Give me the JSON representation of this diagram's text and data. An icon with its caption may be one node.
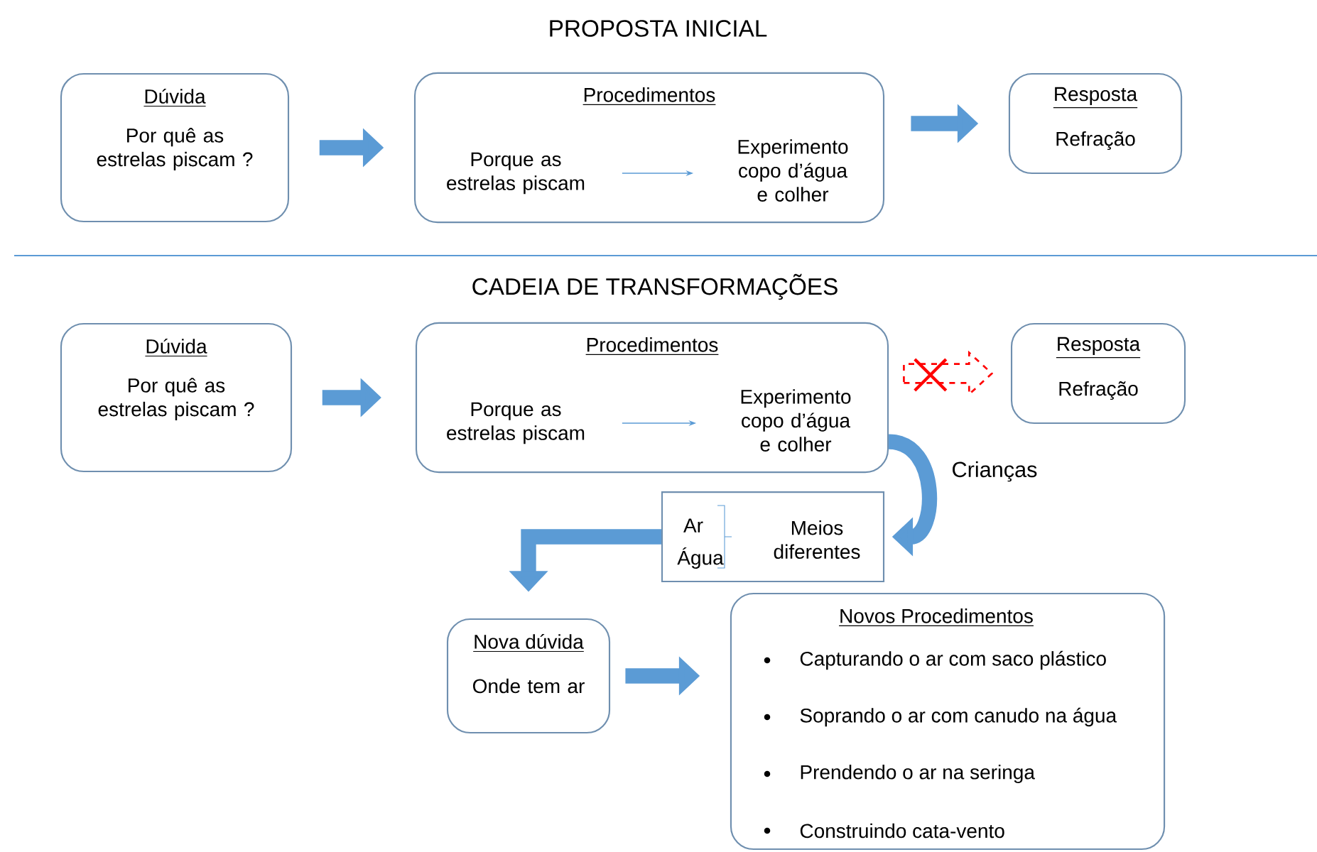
{
  "diagram": {
    "title": "PROPOSTA INICIAL",
    "nodes": [
      {
        "text": [
          "Dúvida",
          "Por quê as estrelas piscam ?"
        ]
      },
      {
        "text": [
          "Procedimentos"
        ]
      },
      {
        "text": [
          "Porque as estrelas piscam"
        ],
        "in": 1
      },
      {
        "text": [
          "Experimento copo d’água e colher"
        ],
        "in": 1
      },
      {
        "text": [
          "Resposta",
          "Refração"
        ]
      },
      {
        "text": [
          "Dúvida",
          "Por quê as estrelas piscam ?"
        ]
      },
      {
        "text": [
          "Procedimentos"
        ]
      },
      {
        "text": [
          "Porque as estrelas piscam"
        ],
        "in": 6
      },
      {
        "text": [
          "Experimento copo d’água e colher"
        ],
        "in": 6
      },
      {
        "text": [
          "Resposta",
          "Refração"
        ]
      },
      {
        "text": [
          "Ar",
          "Água",
          "Meios diferentes"
        ]
      },
      {
        "text": [
          "Nova dúvida",
          "Onde tem ar"
        ]
      },
      {
        "text": [
          "Novos Procedimentos",
          "Capturando o ar com saco plástico",
          "Soprando o ar com canudo na água",
          "Prendendo o ar na seringa",
          "Construindo cata-vento"
        ]
      }
    ],
    "edges": [
      {
        "from": 0,
        "to": 1,
        "arrow": "to"
      },
      {
        "from": 2,
        "to": 3,
        "arrow": "to"
      },
      {
        "from": 1,
        "to": 4,
        "arrow": "to"
      },
      {
        "from": 5,
        "to": 6,
        "arrow": "to"
      },
      {
        "from": 7,
        "to": 8,
        "arrow": "to"
      },
      {
        "from": 6,
        "to": 9,
        "arrow": "to",
        "style": "dashed",
        "color": "#ff0000"
      },
      {
        "from": 6,
        "to": 10,
        "arrow": "to",
        "label": "Crianças"
      },
      {
        "from": 10,
        "to": 11,
        "arrow": "to"
      },
      {
        "from": 11,
        "to": 12,
        "arrow": "to"
      }
    ],
    "labels": [
      "CADEIA DE TRANSFORMAÇÕES"
    ]
  }
}
